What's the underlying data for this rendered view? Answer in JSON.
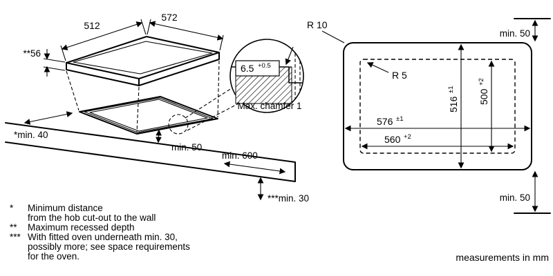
{
  "perspective": {
    "hob_depth": "512",
    "hob_width": "572",
    "recessed_depth": "**56",
    "min_wall": "*min. 40",
    "min_front": "min. 50",
    "min_right": "min. 600",
    "min_below": "***min. 30",
    "chamfer_value": "6.5",
    "chamfer_tolerance": "+0.5",
    "chamfer_note": "Max. chamfer 1"
  },
  "cutout_view": {
    "radius_outer": "R 10",
    "radius_inner": "R 5",
    "outer_width": "576",
    "outer_width_tol": "±1",
    "inner_width": "560",
    "inner_width_tol": "+2",
    "outer_height": "516",
    "outer_height_tol": "±1",
    "inner_height": "500",
    "inner_height_tol": "+2",
    "min_top": "min. 50",
    "min_bottom": "min. 50"
  },
  "footnotes": {
    "marker1": "*",
    "line1a": "Minimum distance",
    "line1b": "from the hob cut-out to the wall",
    "marker2": "**",
    "line2": "Maximum recessed depth",
    "marker3": "***",
    "line3a": "With fitted oven underneath min. 30,",
    "line3b": "possibly more; see space requirements",
    "line3c": "for the oven."
  },
  "units_note": "measurements in mm"
}
